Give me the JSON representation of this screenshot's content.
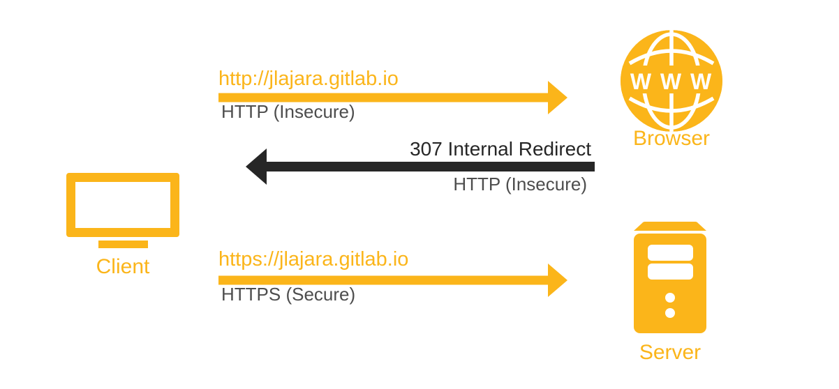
{
  "colors": {
    "accent": "#FBB51A",
    "arrow_dark": "#262626",
    "text_gray": "#4D4D4D",
    "icon_detail": "#FFFFFF"
  },
  "nodes": {
    "client": {
      "label": "Client",
      "icon": "monitor-icon"
    },
    "browser": {
      "label": "Browser",
      "icon": "globe-www-icon",
      "icon_text": "W W W"
    },
    "server": {
      "label": "Server",
      "icon": "server-tower-icon"
    }
  },
  "flows": {
    "http_request": {
      "url": "http://jlajara.gitlab.io",
      "protocol": "HTTP (Insecure)",
      "direction": "right",
      "color": "#FBB51A"
    },
    "redirect": {
      "status": "307 Internal Redirect",
      "protocol": "HTTP (Insecure)",
      "direction": "left",
      "color": "#262626"
    },
    "https_request": {
      "url": "https://jlajara.gitlab.io",
      "protocol": "HTTPS (Secure)",
      "direction": "right",
      "color": "#FBB51A"
    }
  }
}
